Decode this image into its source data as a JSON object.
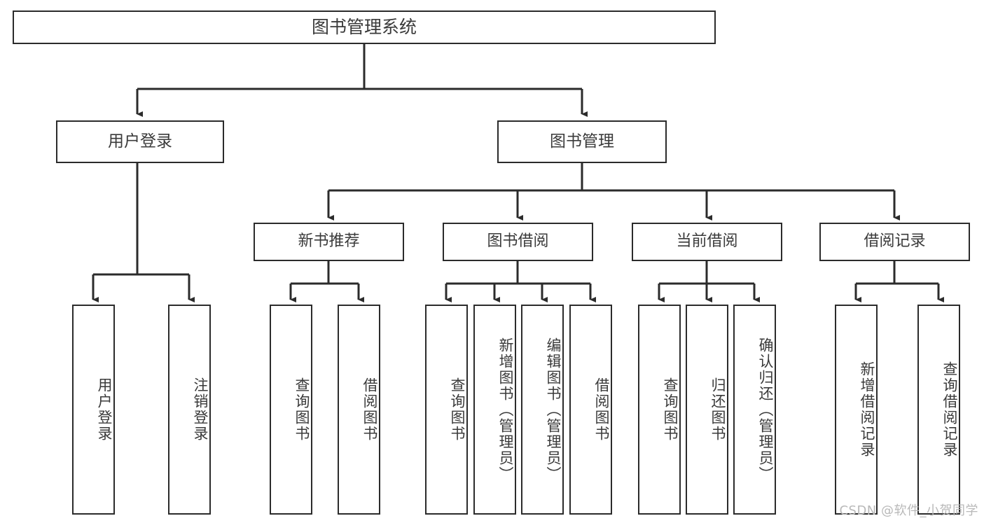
{
  "diagram": {
    "title": "图书管理系统",
    "type": "tree-hierarchy-chart",
    "orientation": "top-down",
    "colors": {
      "box_border": "#2b2b2b",
      "box_fill": "#ffffff",
      "connector": "#2b2b2b",
      "text": "#3a3a3a",
      "watermark": "#b9b9b9",
      "background": "#ffffff"
    }
  },
  "root": {
    "label": "图书管理系统"
  },
  "level2": [
    {
      "label": "用户登录"
    },
    {
      "label": "图书管理"
    }
  ],
  "level3": [
    {
      "label": "新书推荐"
    },
    {
      "label": "图书借阅"
    },
    {
      "label": "当前借阅"
    },
    {
      "label": "借阅记录"
    }
  ],
  "leaves": {
    "user_login": [
      {
        "label": "用户登录"
      },
      {
        "label": "注销登录"
      }
    ],
    "new_book_recommend": [
      {
        "label": "查询图书"
      },
      {
        "label": "借阅图书"
      }
    ],
    "book_borrow": [
      {
        "label": "查询图书"
      },
      {
        "label": "新增图书（管理员）"
      },
      {
        "label": "编辑图书（管理员）"
      },
      {
        "label": "借阅图书"
      }
    ],
    "current_borrow": [
      {
        "label": "查询图书"
      },
      {
        "label": "归还图书"
      },
      {
        "label": "确认归还（管理员）"
      }
    ],
    "borrow_record": [
      {
        "label": "新增借阅记录"
      },
      {
        "label": "查询借阅记录"
      }
    ]
  },
  "watermark": {
    "text": "CSDN @软件_小贺同学"
  }
}
